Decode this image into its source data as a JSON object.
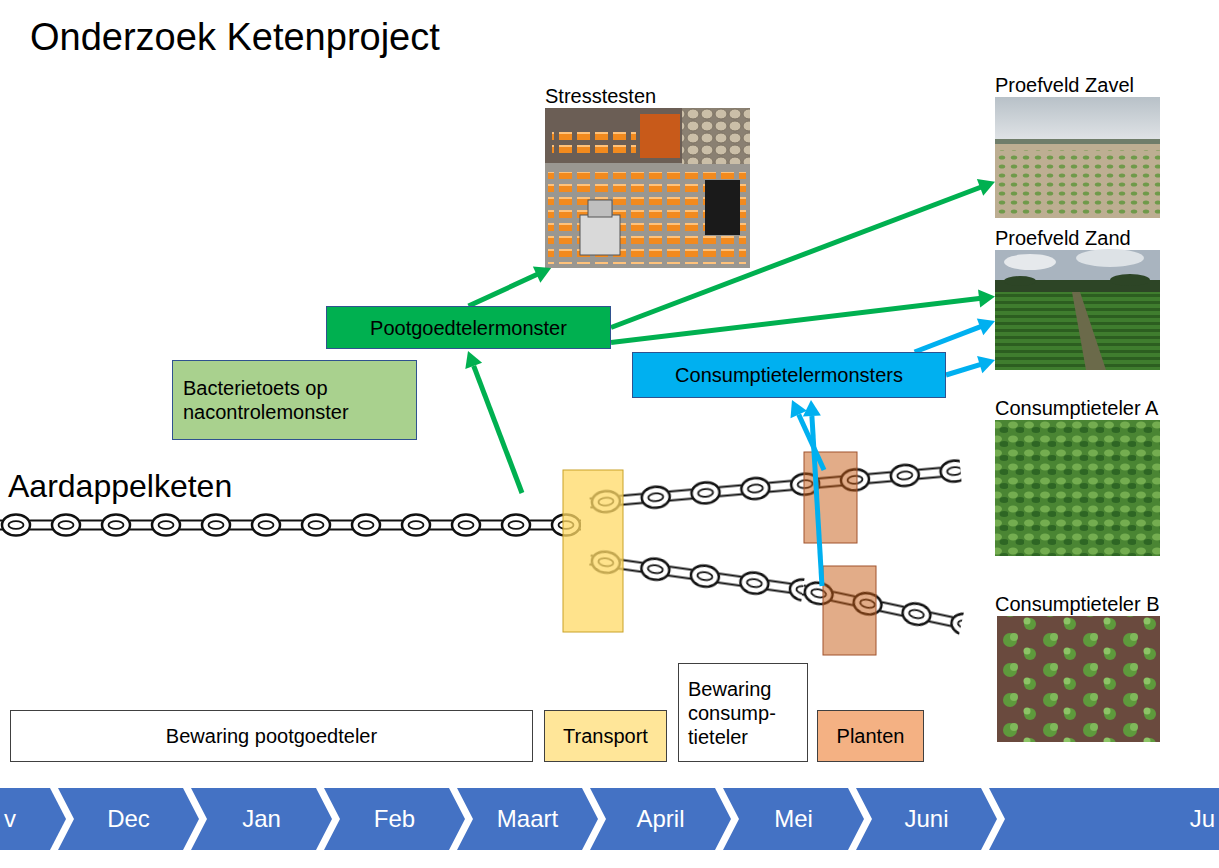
{
  "diagram": {
    "title": "Onderzoek Ketenproject",
    "nodes": [
      {
        "text": [
          "Stresstesten"
        ]
      },
      {
        "text": [
          "Proefveld Zavel"
        ]
      },
      {
        "text": [
          "Proefveld Zand"
        ]
      },
      {
        "text": [
          "Pootgoedtelermonster"
        ]
      },
      {
        "text": [
          "Consumptietelermonsters"
        ]
      },
      {
        "text": [
          "Bacterietoets op nacontrolemonster"
        ]
      },
      {
        "text": [
          "Consumptieteler A"
        ]
      },
      {
        "text": [
          "Consumptieteler B"
        ]
      },
      {
        "text": [
          "Bewaring pootgoedteler"
        ]
      },
      {
        "text": [
          "Transport"
        ]
      },
      {
        "text": [
          "Bewaring consump- tieteler"
        ]
      },
      {
        "text": [
          "Planten"
        ]
      },
      {
        "text": [
          "v"
        ]
      },
      {
        "text": [
          "Dec"
        ]
      },
      {
        "text": [
          "Jan"
        ]
      },
      {
        "text": [
          "Feb"
        ]
      },
      {
        "text": [
          "Maart"
        ]
      },
      {
        "text": [
          "April"
        ]
      },
      {
        "text": [
          "Mei"
        ]
      },
      {
        "text": [
          "Juni"
        ]
      },
      {
        "text": [
          "Ju"
        ]
      }
    ],
    "edges": [
      {
        "from": 3,
        "to": 0,
        "arrow": "to"
      },
      {
        "from": 3,
        "to": 1,
        "arrow": "to"
      },
      {
        "from": 3,
        "to": 2,
        "arrow": "to"
      },
      {
        "from": 4,
        "to": 2,
        "arrow": "to"
      },
      {
        "from": 4,
        "to": 2,
        "arrow": "to"
      }
    ],
    "labels": [
      "Aardappelketen"
    ]
  }
}
